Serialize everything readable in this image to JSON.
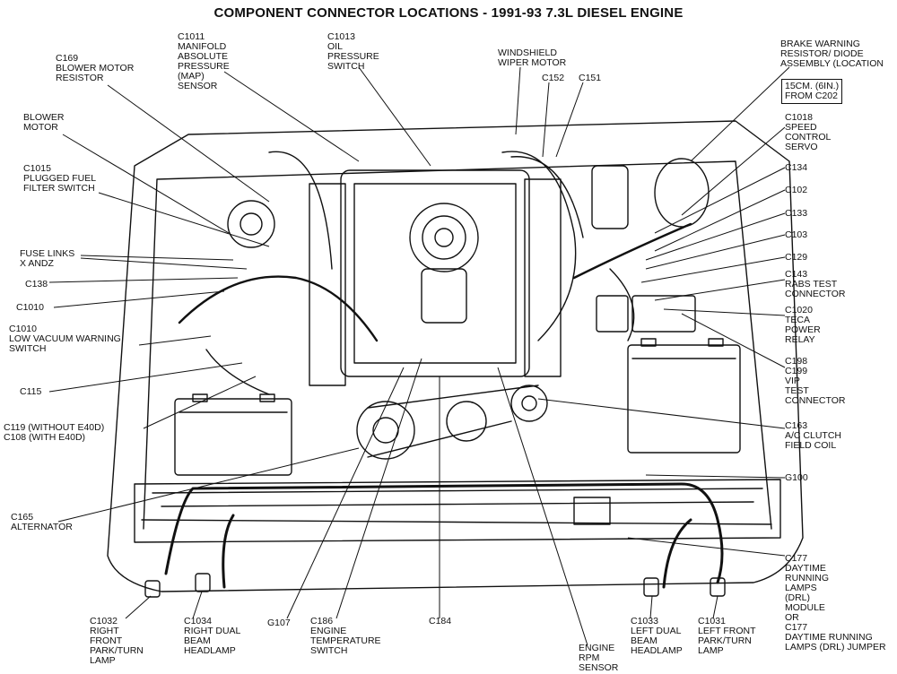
{
  "title": "COMPONENT CONNECTOR LOCATIONS - 1991-93 7.3L DIESEL ENGINE",
  "labels": {
    "c169": "C169\nBLOWER MOTOR\nRESISTOR",
    "blower_motor": "BLOWER\nMOTOR",
    "c1015": "C1015\nPLUGGED FUEL\nFILTER SWITCH",
    "fuse_links": "FUSE LINKS\nX ANDZ",
    "c138": "C138",
    "c1010_a": "C1010",
    "c1010_b": "C1010\nLOW VACUUM WARNING\nSWITCH",
    "c115": "C115",
    "c119_c108": "C119 (WITHOUT E40D)\nC108 (WITH E40D)",
    "c165": "C165\nALTERNATOR",
    "c1011": "C1011\nMANIFOLD\nABSOLUTE\nPRESSURE\n(MAP)\nSENSOR",
    "c1013": "C1013\nOIL\nPRESSURE\nSWITCH",
    "windshield": "WINDSHIELD\nWIPER MOTOR",
    "c152": "C152",
    "c151": "C151",
    "brake_warning": "BRAKE WARNING\nRESISTOR/ DIODE\nASSEMBLY (LOCATION",
    "distance_box": "15cm. (6in.)\nFROM C202",
    "c1018": "C1018\nSPEED\nCONTROL\nSERVO",
    "c134": "C134",
    "c102": "C102",
    "c133": "C133",
    "c103": "C103",
    "c129": "C129",
    "c143": "C143\nRABS TEST\nCONNECTOR",
    "c1020": "C1020\nTECA\nPOWER\nRELAY",
    "c198_c199": "C198\nC199\nVIP\nTEST\nCONNECTOR",
    "c163": "C163\nA/C CLUTCH\nFIELD COIL",
    "g100": "G100",
    "c177": "C177\nDAYTIME\nRUNNING\nLAMPS\n(DRL)\nMODULE\nOR\nC177\nDAYTIME RUNNING\nLAMPS (DRL) JUMPER",
    "c1032": "C1032\nRIGHT\nFRONT\nPARK/TURN\nLAMP",
    "c1034": "C1034\nRIGHT DUAL\nBEAM\nHEADLAMP",
    "g107": "G107",
    "c186": "C186\nENGINE\nTEMPERATURE\nSWITCH",
    "c184": "C184",
    "engine_rpm": "ENGINE\nRPM\nSENSOR",
    "c1033": "C1033\nLEFT DUAL\nBEAM\nHEADLAMP",
    "c1031": "C1031\nLEFT FRONT\nPARK/TURN\nLAMP"
  }
}
